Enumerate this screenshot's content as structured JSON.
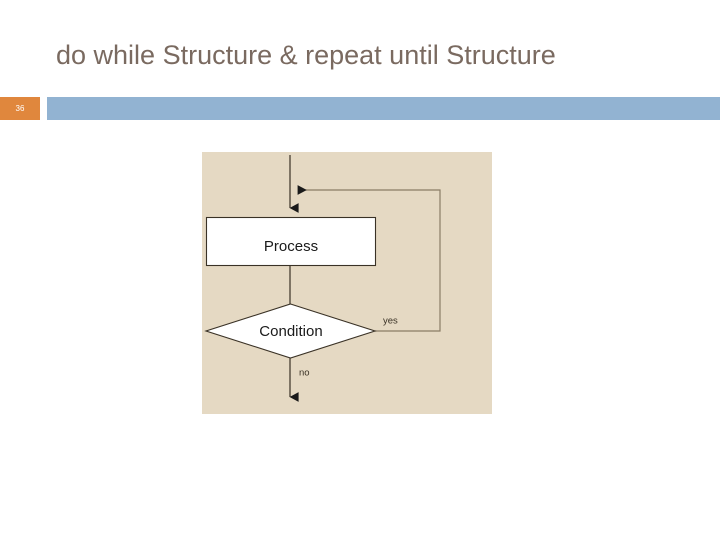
{
  "slide": {
    "title": "do while Structure & repeat until Structure",
    "number": "36",
    "title_color": "#7a6a60",
    "badge_color": "#e0873d",
    "bar_color": "#92b3d2",
    "panel_color": "#e5d9c3",
    "background_color": "#ffffff"
  },
  "diagram": {
    "type": "flowchart",
    "name": "do-while-repeat-until-flowchart",
    "shape_fill": "#ffffff",
    "shape_stroke": "#3a3226",
    "line_color": "#3a3226",
    "loop_line_color": "#8a7d66",
    "nodes": [
      {
        "id": "process",
        "kind": "rectangle",
        "label": "Process"
      },
      {
        "id": "condition",
        "kind": "diamond",
        "label": "Condition"
      }
    ],
    "edges": [
      {
        "id": "entry",
        "from": "start",
        "to": "process",
        "label": ""
      },
      {
        "id": "to-cond",
        "from": "process",
        "to": "condition",
        "label": ""
      },
      {
        "id": "loop-back",
        "from": "condition",
        "to": "process",
        "label": "yes"
      },
      {
        "id": "exit",
        "from": "condition",
        "to": "end",
        "label": "no"
      }
    ],
    "labels": {
      "process": "Process",
      "condition": "Condition",
      "yes": "yes",
      "no": "no"
    }
  }
}
